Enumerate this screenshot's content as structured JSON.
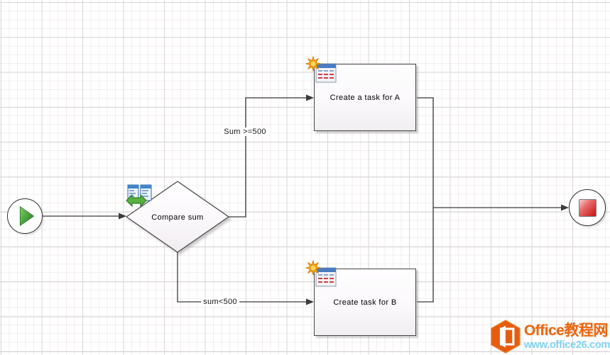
{
  "app": {
    "type": "workflow-diagram-canvas"
  },
  "nodes": {
    "start": {
      "icon": "play-icon"
    },
    "decision": {
      "label": "Compare sum",
      "icon": "compare-tables-icon"
    },
    "task_a": {
      "label": "Create a task for A",
      "icon": "new-task-icon"
    },
    "task_b": {
      "label": "Create task for B",
      "icon": "new-task-icon"
    },
    "end": {
      "icon": "stop-icon"
    }
  },
  "edge_labels": {
    "sum_ge": "Sum >=500",
    "sum_lt": "sum<500"
  },
  "watermark": {
    "site_name": "Office教程网",
    "site_url": "www.office26.com",
    "logo": "office-hexagon-logo",
    "title_color": "#ee660d",
    "url_color": "#7fd2f0"
  },
  "colors": {
    "connector": "#3a3a3a",
    "shape_border": "#474747",
    "start_green": "#2f8f2f",
    "end_red": "#c41414",
    "grid_minor": "#f3eded",
    "grid_major": "#d8d5d5"
  }
}
